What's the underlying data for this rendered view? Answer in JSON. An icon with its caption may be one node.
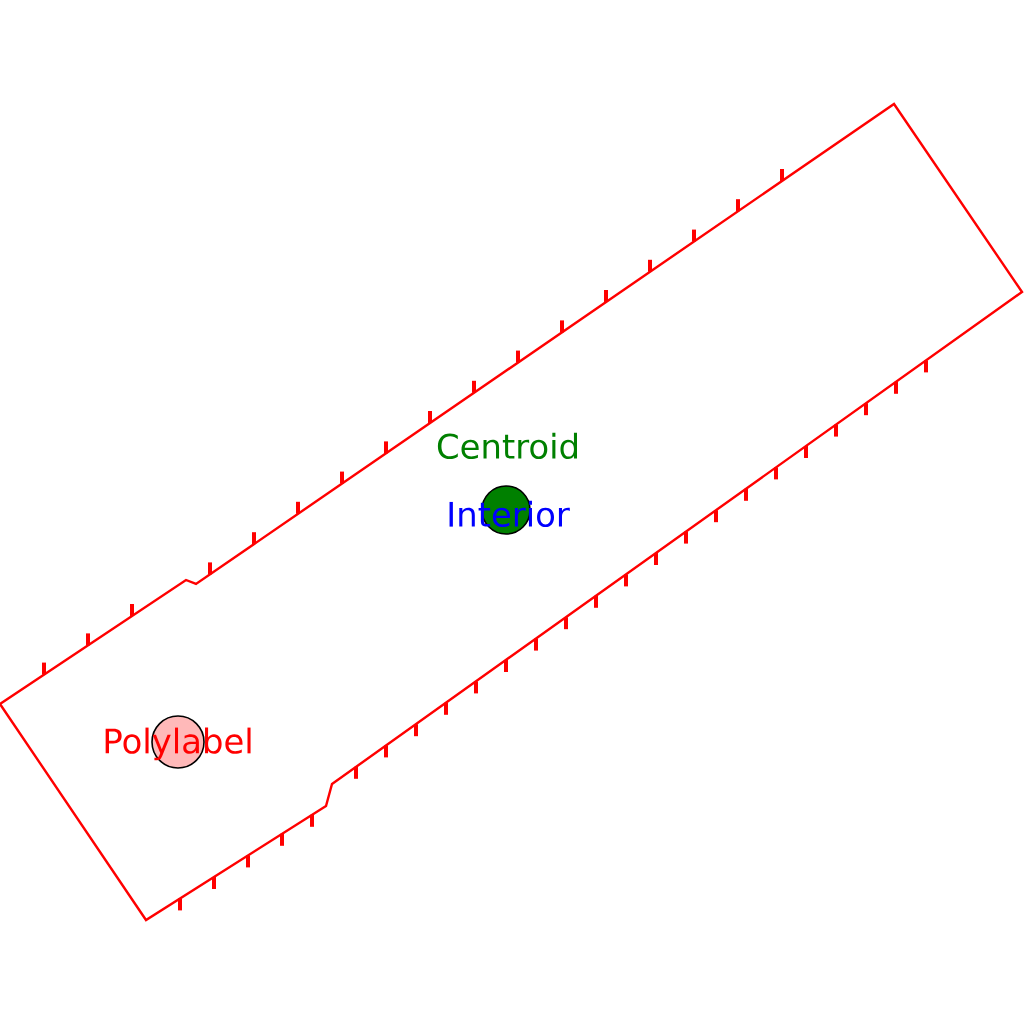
{
  "diagram": {
    "labels": [
      "Centroid",
      "Interior",
      "Polylabel"
    ]
  }
}
